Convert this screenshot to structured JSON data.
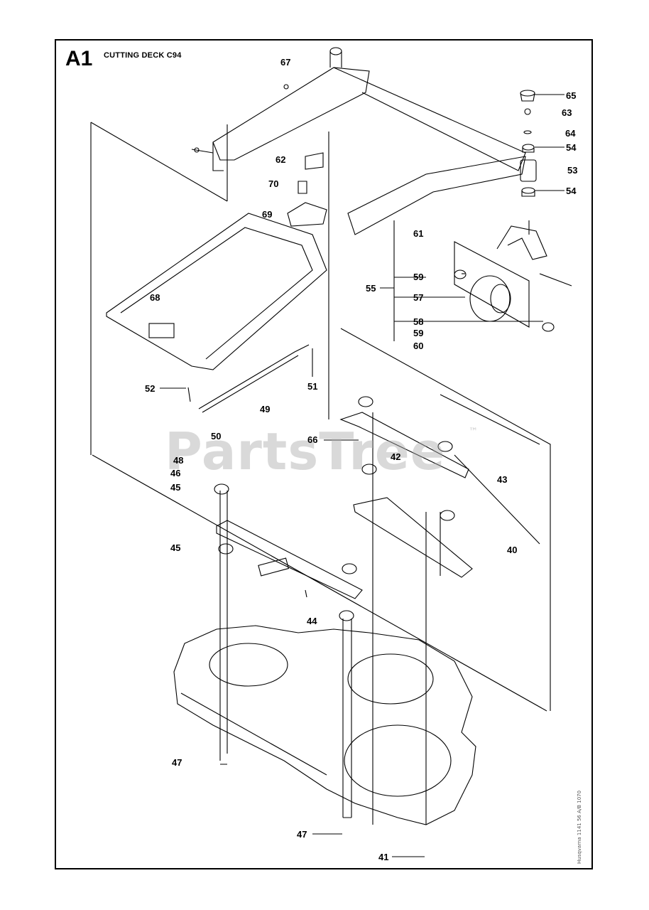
{
  "header": {
    "section_code": "A1",
    "title": "CUTTING DECK C94"
  },
  "watermark": {
    "text": "PartsTree",
    "mark": "™"
  },
  "doc_reference": "Husqvarna 1141 56 A/B 1070",
  "part_labels": {
    "p67": "67",
    "p65": "65",
    "p63": "63",
    "p64": "64",
    "p54a": "54",
    "p53": "53",
    "p54b": "54",
    "p62": "62",
    "p70": "70",
    "p69": "69",
    "p61": "61",
    "p59a": "59",
    "p55": "55",
    "p57": "57",
    "p58": "58",
    "p59b": "59",
    "p60": "60",
    "p68": "68",
    "p52": "52",
    "p51": "51",
    "p49": "49",
    "p50": "50",
    "p66": "66",
    "p42": "42",
    "p48": "48",
    "p46": "46",
    "p45a": "45",
    "p43": "43",
    "p45b": "45",
    "p40": "40",
    "p44": "44",
    "p47a": "47",
    "p47b": "47",
    "p41": "41"
  },
  "colors": {
    "line": "#000000",
    "watermark": "#aaaaaa"
  }
}
